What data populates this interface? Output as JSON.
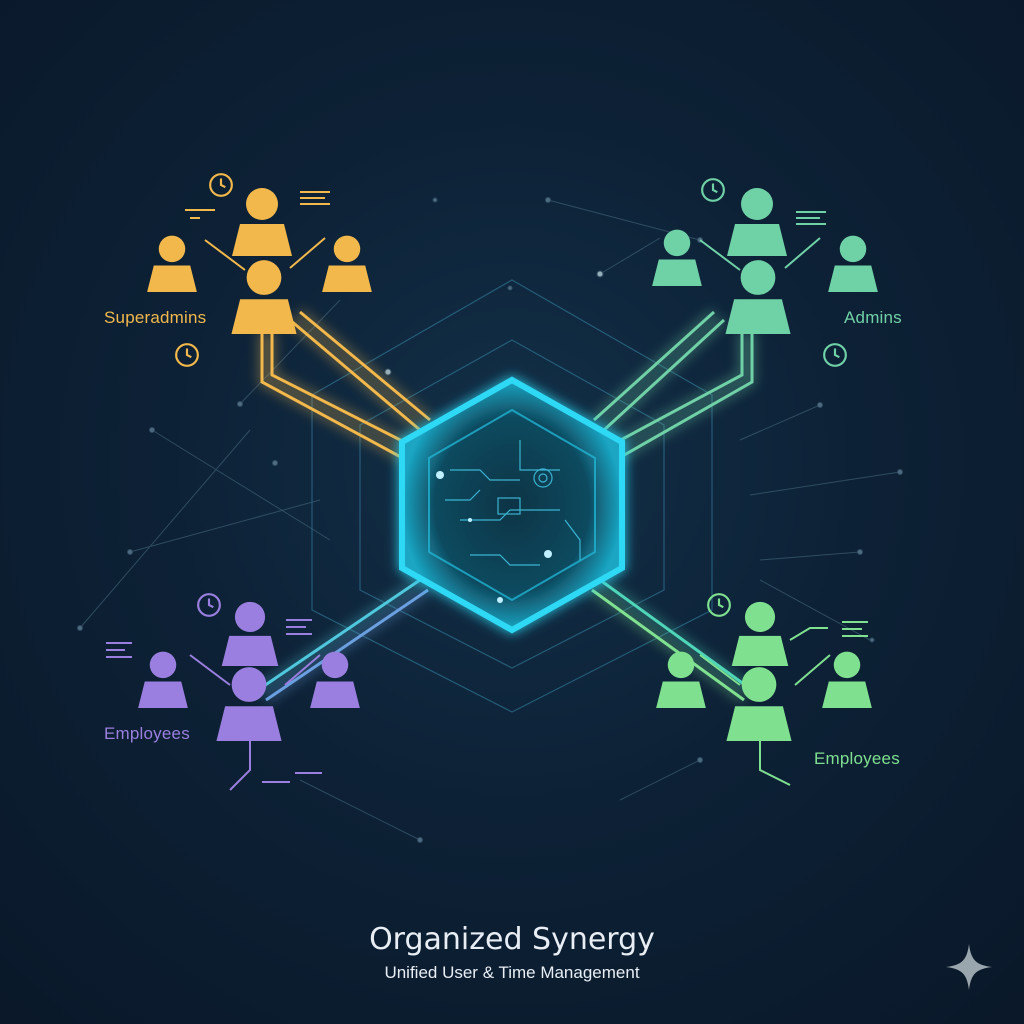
{
  "diagram": {
    "title": "Organized Synergy",
    "subtitle": "Unified User & Time Management",
    "groups": [
      {
        "id": "tl",
        "label": "Superadmins",
        "color": "#f2b84b"
      },
      {
        "id": "tr",
        "label": "Admins",
        "color": "#6fd1a6"
      },
      {
        "id": "bl",
        "label": "Employees",
        "color": "#9a7fe0"
      },
      {
        "id": "br",
        "label": "Employees",
        "color": "#7fe08f"
      }
    ],
    "hub_color": "#27c7e6",
    "icons": [
      "person-icon",
      "clock-icon",
      "text-lines-icon",
      "hexagon-hub-icon",
      "sparkle-icon"
    ]
  }
}
